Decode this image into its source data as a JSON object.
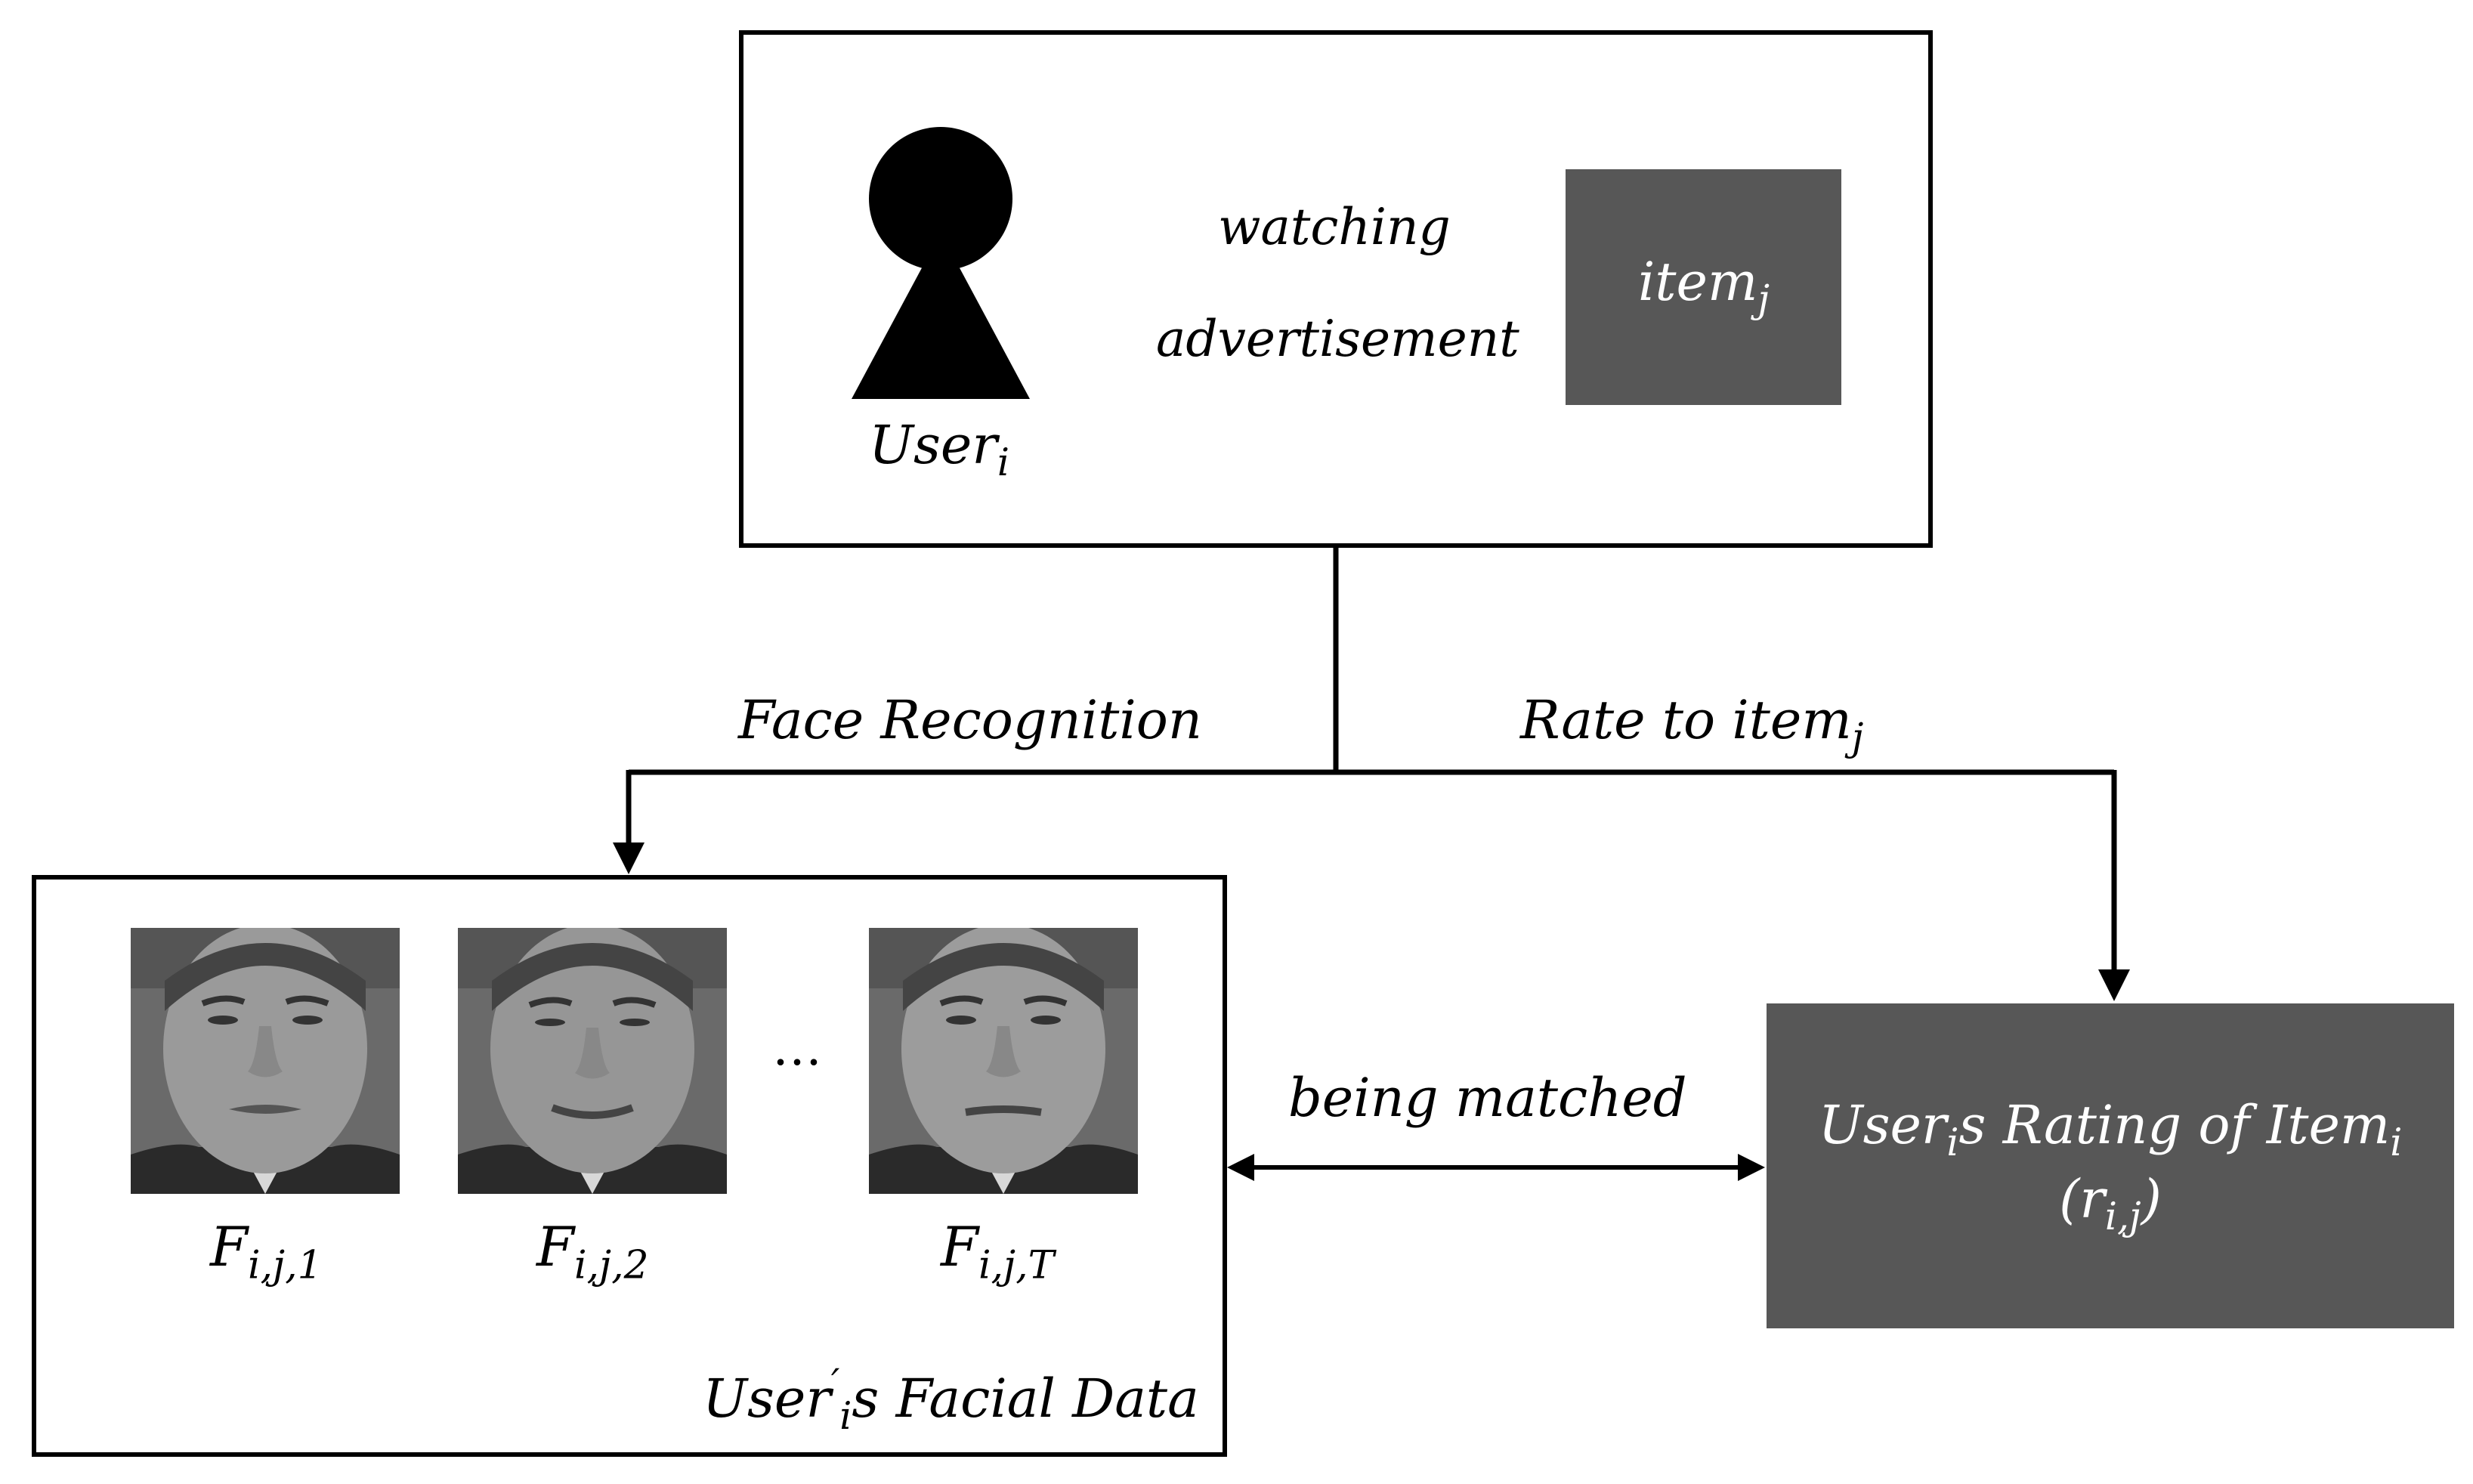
{
  "top_panel": {
    "user_label": "User",
    "user_sub": "i",
    "arrow_top_label": "watching",
    "arrow_bottom_label": "advertisement",
    "item_label": "item",
    "item_sub": "j"
  },
  "branches": {
    "left_label": "Face Recognition",
    "right_label_main": "Rate to item",
    "right_label_sub": "j"
  },
  "facial_panel": {
    "frames": [
      {
        "main": "F",
        "sub": "i,j,1"
      },
      {
        "main": "F",
        "sub": "i,j,2"
      },
      {
        "main": "F",
        "sub": "i,j,T"
      }
    ],
    "ellipsis": "…",
    "caption_main": "User",
    "caption_sup": "′",
    "caption_sub": "i",
    "caption_rest": "s Facial Data"
  },
  "match": {
    "label": "being matched"
  },
  "rating_box": {
    "line1_a": "User",
    "line1_a_sub": "i",
    "line1_b": "s Rating of Item",
    "line1_b_sub": "i",
    "line2_open": "(r",
    "line2_sub": "i,j",
    "line2_close": ")"
  },
  "colors": {
    "box_dark": "#575757",
    "stroke": "#000000"
  }
}
